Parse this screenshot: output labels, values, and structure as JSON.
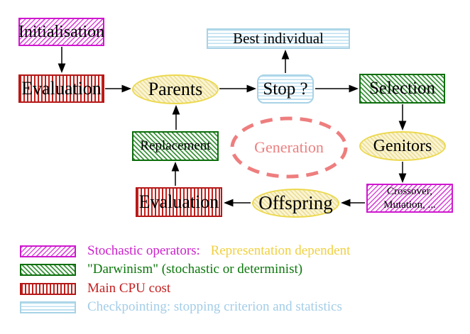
{
  "diagram": {
    "nodes": {
      "initialisation": {
        "label": "Initialisation"
      },
      "evaluation_top": {
        "label": "Evaluation"
      },
      "parents": {
        "label": "Parents"
      },
      "best_individual": {
        "label": "Best individual"
      },
      "stop": {
        "label": "Stop ?"
      },
      "selection": {
        "label": "Selection"
      },
      "genitors": {
        "label": "Genitors"
      },
      "crossover_mutation": {
        "line1": "Crossover,",
        "line2": "Mutation, ..."
      },
      "offspring": {
        "label": "Offspring"
      },
      "evaluation_bottom": {
        "label": "Evaluation"
      },
      "replacement": {
        "label": "Replacement"
      },
      "generation": {
        "label": "Generation"
      }
    },
    "edges": [
      {
        "from": "initialisation",
        "to": "evaluation_top"
      },
      {
        "from": "evaluation_top",
        "to": "parents"
      },
      {
        "from": "parents",
        "to": "stop"
      },
      {
        "from": "stop",
        "to": "best_individual"
      },
      {
        "from": "stop",
        "to": "selection"
      },
      {
        "from": "selection",
        "to": "genitors"
      },
      {
        "from": "genitors",
        "to": "crossover_mutation"
      },
      {
        "from": "crossover_mutation",
        "to": "offspring"
      },
      {
        "from": "offspring",
        "to": "evaluation_bottom"
      },
      {
        "from": "evaluation_bottom",
        "to": "replacement"
      },
      {
        "from": "replacement",
        "to": "parents"
      }
    ],
    "colors": {
      "stochastic_magenta": "#cc00cc",
      "darwinism_green": "#0d6e0d",
      "cpu_red": "#c41f1f",
      "checkpoint_cyan": "#a3cde8",
      "operator_yellow": "#ecd94e",
      "generation_salmon": "#ee7e7e",
      "representation_gold": "#f0d040"
    }
  },
  "legend": {
    "items": [
      {
        "pattern": "magenta-diagonal-hatch",
        "text_primary": "Stochastic operators:",
        "text_secondary": "Representation dependent"
      },
      {
        "pattern": "green-diagonal-hatch",
        "text_primary": "\"Darwinism\" (stochastic or determinist)"
      },
      {
        "pattern": "red-vertical-stripes",
        "text_primary": "Main CPU cost"
      },
      {
        "pattern": "cyan-horizontal-stripes",
        "text_primary": "Checkpointing: stopping criterion and statistics"
      }
    ]
  }
}
